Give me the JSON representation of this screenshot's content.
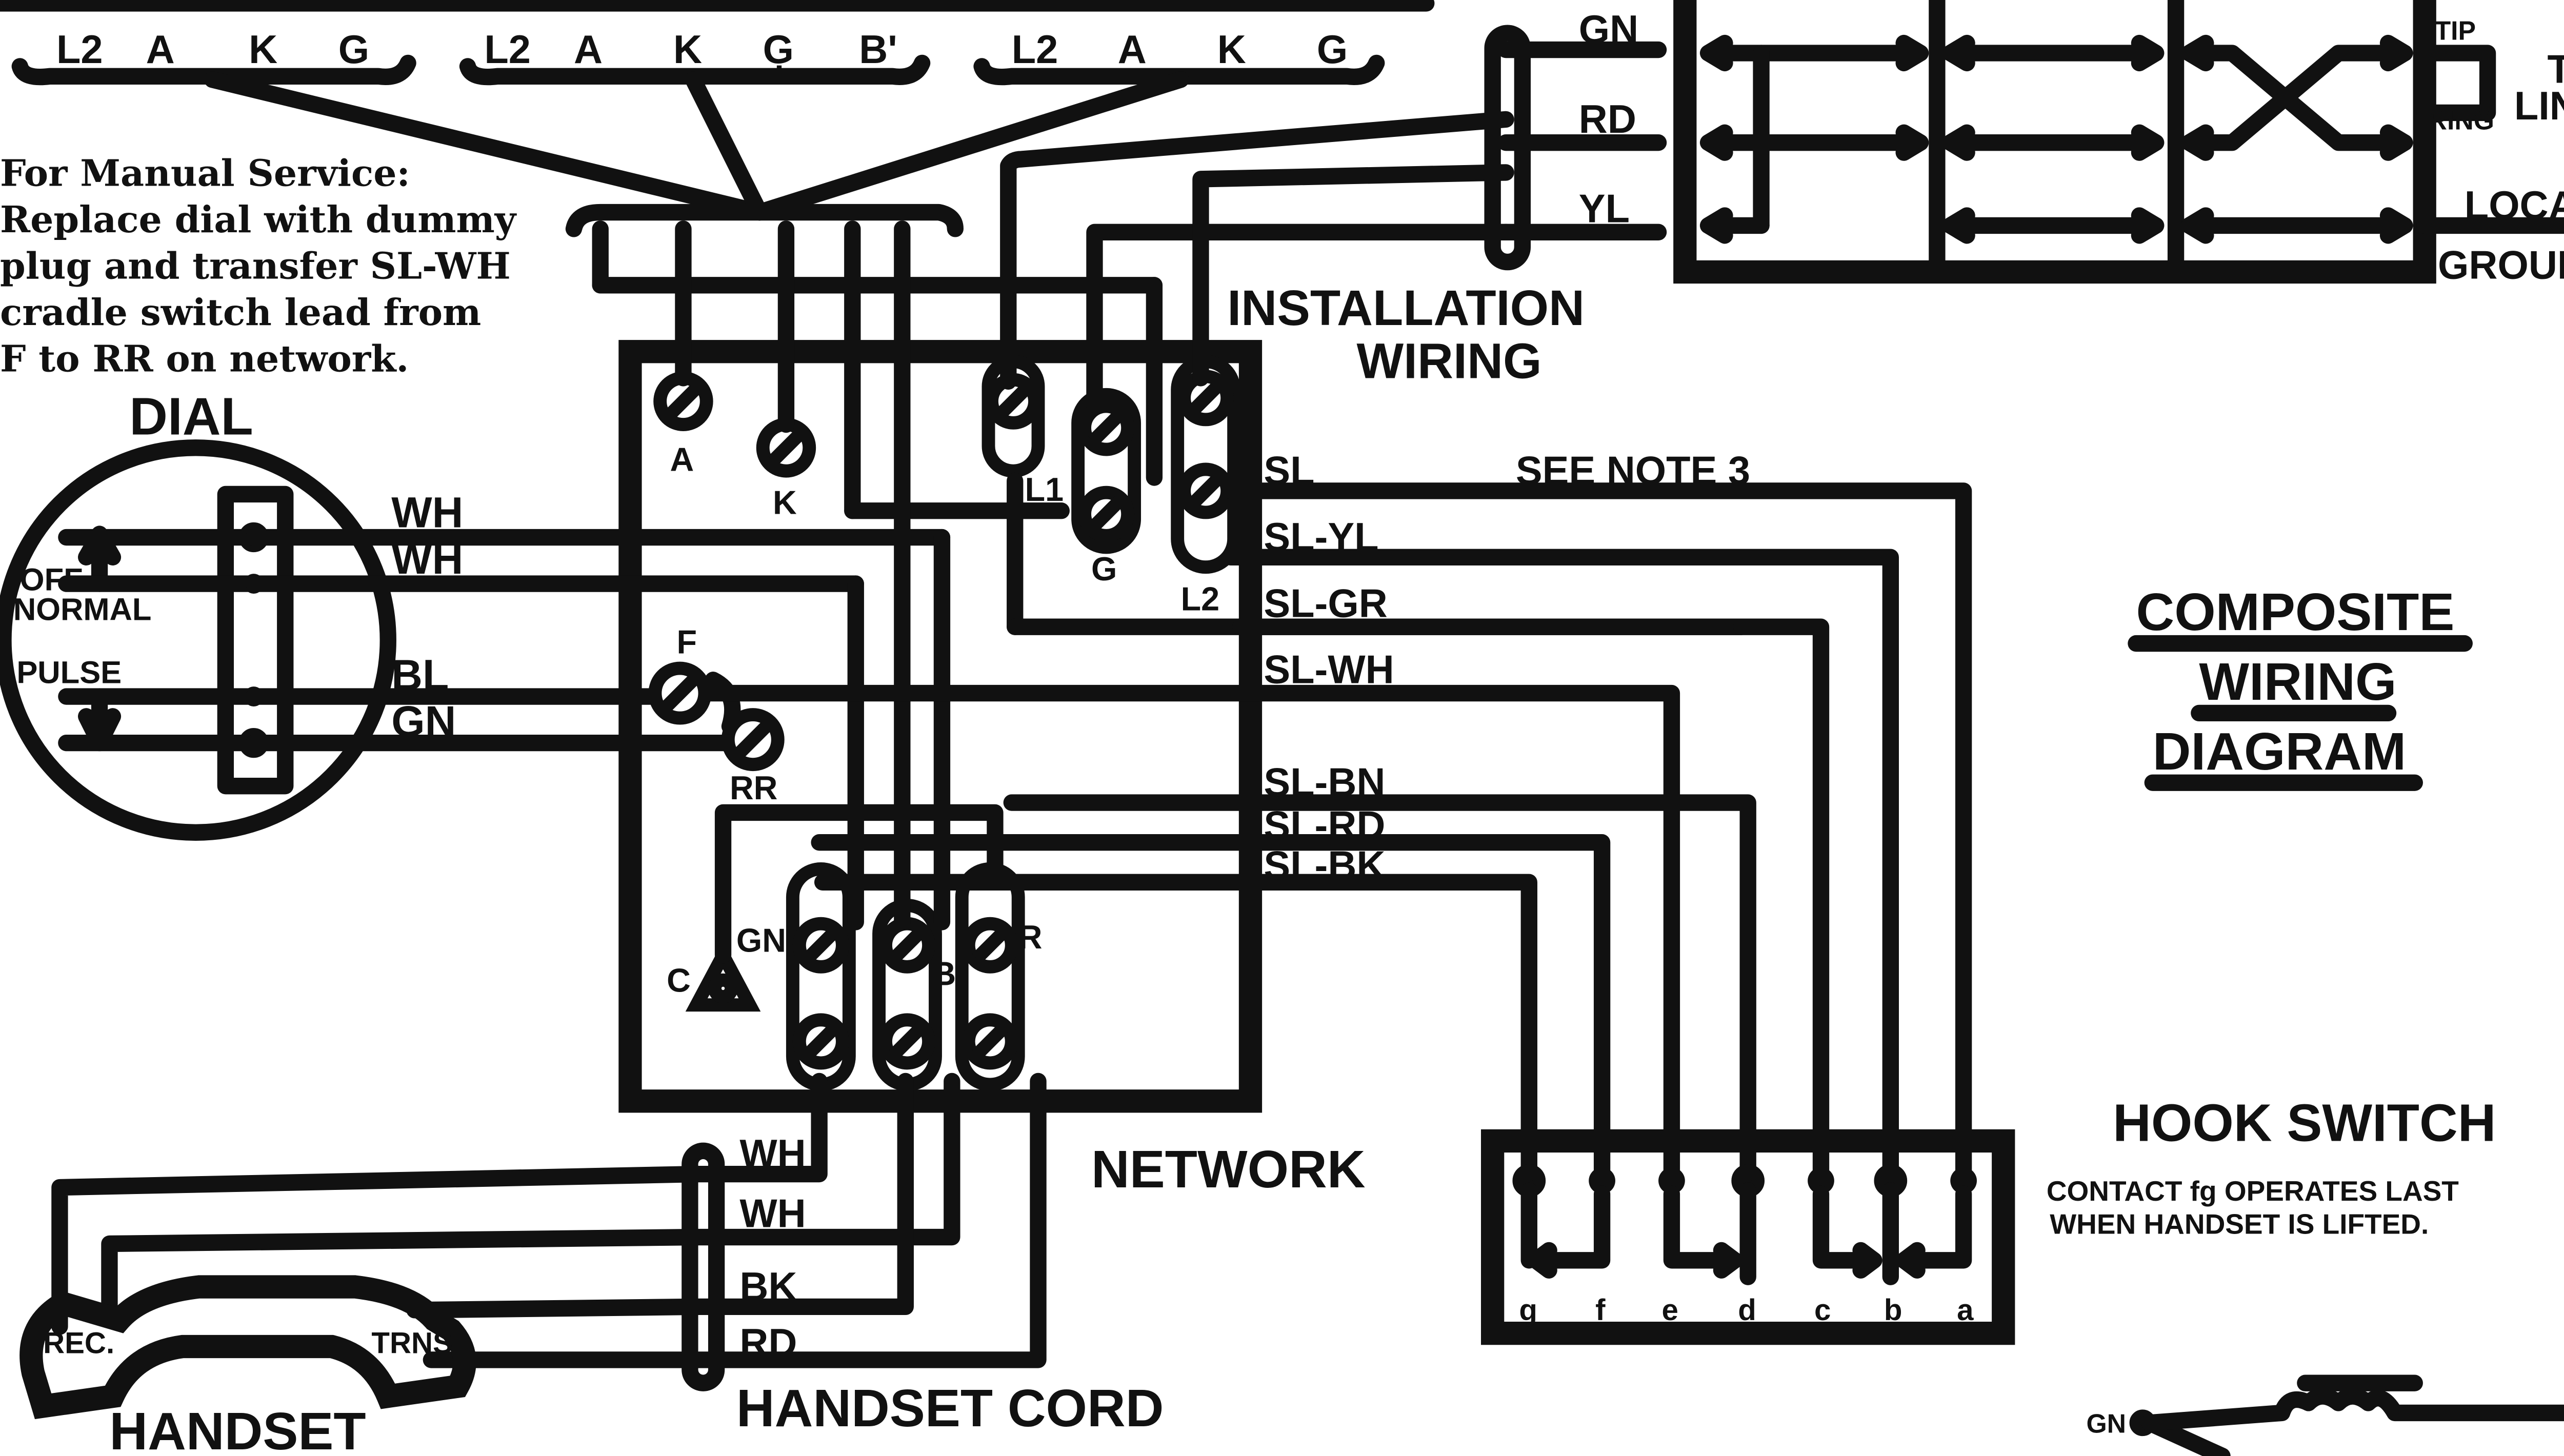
{
  "plug_groups": [
    [
      "L2",
      "A",
      "K",
      "G"
    ],
    [
      "L2",
      "A",
      "K",
      "G̦",
      "B'"
    ],
    [
      "L2",
      "A",
      "K",
      "G"
    ]
  ],
  "note": {
    "lines": [
      "For Manual Service:",
      "Replace dial with dummy",
      "plug and transfer SL-WH",
      "cradle switch lead from",
      "F to RR on network."
    ]
  },
  "dial": {
    "title": "DIAL",
    "off_normal_1": "OFF",
    "off_normal_2": "NORMAL",
    "pulse": "PULSE",
    "wires": [
      "WH",
      "WH",
      "BL",
      "GN"
    ]
  },
  "network": {
    "title": "NETWORK",
    "terminals": {
      "A": "A",
      "K": "K",
      "L1": "L1",
      "G": "G",
      "L2": "L2",
      "F": "F",
      "RR": "RR",
      "C": "C",
      "GN": "GN",
      "B": "B",
      "R": "R"
    }
  },
  "station_leads": [
    "SL",
    "SL-YL",
    "SL-GR",
    "SL-WH",
    "SL-BN",
    "SL-RD",
    "SL-BK"
  ],
  "see_note": "SEE NOTE 3",
  "installation": {
    "title_1": "INSTALLATION",
    "title_2": "WIRING",
    "wires": [
      "GN",
      "RD",
      "YL"
    ]
  },
  "line_box": {
    "tip": "TIP",
    "ring": "RING",
    "to_line_1": "TO",
    "to_line_2": "LINE",
    "local_1": "LOCAL",
    "local_2": "GROUND"
  },
  "composite": {
    "line1": "COMPOSITE",
    "line2": "WIRING",
    "line3": "DIAGRAM"
  },
  "hook_switch": {
    "title": "HOOK  SWITCH",
    "contacts": [
      "g",
      "f",
      "e",
      "d",
      "c",
      "b",
      "a"
    ],
    "note_1": "CONTACT fg OPERATES LAST",
    "note_2": "WHEN HANDSET IS LIFTED."
  },
  "handset": {
    "title": "HANDSET",
    "rec": "REC.",
    "trans": "TRNS"
  },
  "handset_cord": {
    "title": "HANDSET  CORD",
    "wires": [
      "WH",
      "WH",
      "BK",
      "RD"
    ]
  },
  "ringer": {
    "gn": "GN"
  }
}
